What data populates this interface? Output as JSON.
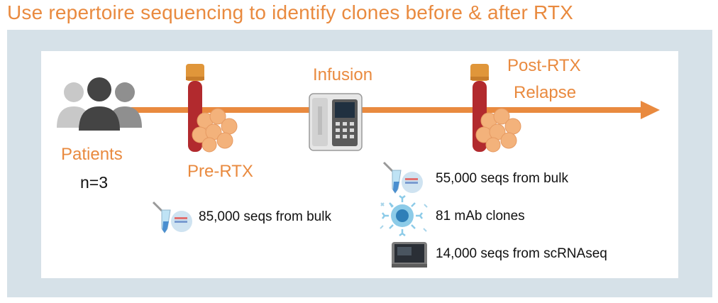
{
  "title": "Use repertoire sequencing to identify clones  before & after RTX",
  "timeline": {
    "patients_label": "Patients",
    "patients_n": "n=3",
    "pre_rtx_label": "Pre-RTX",
    "infusion_label": "Infusion",
    "post_rtx_line1": "Post-RTX",
    "post_rtx_line2": "Relapse"
  },
  "stats": {
    "pre_bulk": "85,000 seqs from bulk",
    "post_bulk": "55,000 seqs from bulk",
    "mab_clones": "81 mAb clones",
    "scrnaseq": "14,000 seqs from scRNAseq"
  },
  "colors": {
    "accent": "#e98a3f",
    "panel": "#d6e1e8",
    "blood": "#b22a2e",
    "cap": "#e0963a",
    "cells": "#f3b27b"
  }
}
